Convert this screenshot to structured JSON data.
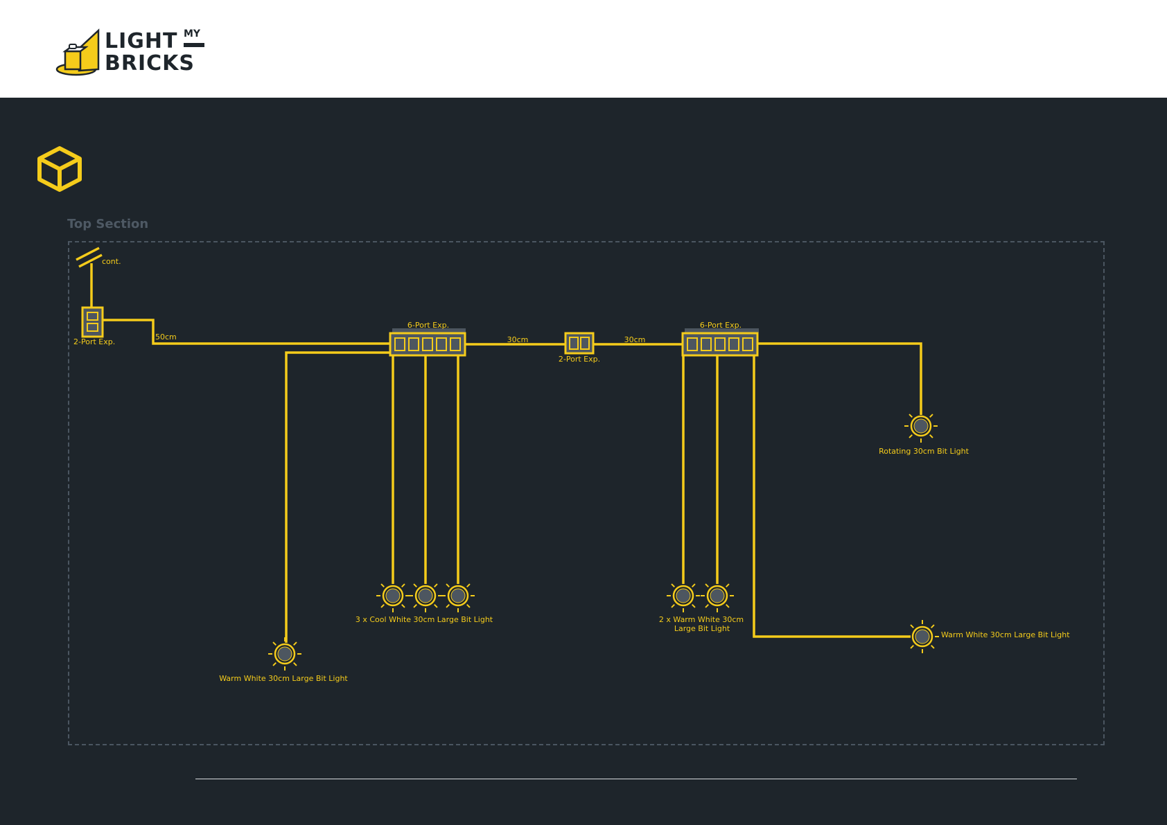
{
  "brand": {
    "logo_line1": "LIGHT",
    "logo_line2": "BRICKS",
    "logo_small": "MY"
  },
  "section": {
    "title": "Top Section"
  },
  "colors": {
    "wire": "#f5cc1b",
    "background": "#1e252b",
    "header_bg": "#ffffff",
    "dashed_border": "#4b5661",
    "light_fill": "#4d5660"
  },
  "icons": {
    "section_icon": "cube-outline-icon",
    "continuation": "cable-cut-icon",
    "light": "light-bulb-icon",
    "expansion": "expansion-board-icon"
  },
  "labels": {
    "cont": "cont.",
    "exp2_left": "2-Port Exp.",
    "exp2_mid": "2-Port Exp.",
    "exp6_left": "6-Port Exp.",
    "exp6_right": "6-Port Exp.",
    "cable_50": "50cm",
    "cable_30_left": "30cm",
    "cable_30_right": "30cm",
    "lights_cool": "3 x Cool White 30cm Large Bit Light",
    "lights_warm_2_line1": "2 x Warm White 30cm",
    "lights_warm_2_line2": "Large Bit Light",
    "light_rotating": "Rotating 30cm Bit Light",
    "light_warm_right": "Warm White 30cm Large Bit Light",
    "light_warm_left": "Warm White 30cm Large Bit Light"
  }
}
